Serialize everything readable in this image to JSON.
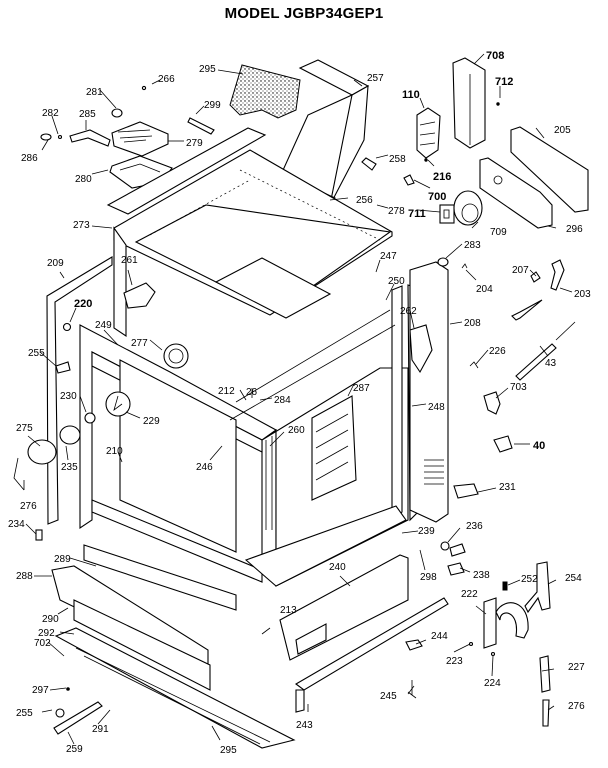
{
  "title": "MODEL JGBP34GEP1",
  "parts": [
    {
      "id": "p295a",
      "label": "295"
    },
    {
      "id": "p266",
      "label": "266"
    },
    {
      "id": "p281",
      "label": "281"
    },
    {
      "id": "p282",
      "label": "282"
    },
    {
      "id": "p285",
      "label": "285"
    },
    {
      "id": "p299",
      "label": "299"
    },
    {
      "id": "p279",
      "label": "279"
    },
    {
      "id": "p286",
      "label": "286"
    },
    {
      "id": "p280",
      "label": "280"
    },
    {
      "id": "p257",
      "label": "257"
    },
    {
      "id": "p258",
      "label": "258"
    },
    {
      "id": "p256",
      "label": "256"
    },
    {
      "id": "p278",
      "label": "278"
    },
    {
      "id": "p708",
      "label": "708"
    },
    {
      "id": "p712",
      "label": "712"
    },
    {
      "id": "p110",
      "label": "110"
    },
    {
      "id": "p216",
      "label": "216"
    },
    {
      "id": "p700",
      "label": "700"
    },
    {
      "id": "p711",
      "label": "711"
    },
    {
      "id": "p709",
      "label": "709"
    },
    {
      "id": "p205",
      "label": "205"
    },
    {
      "id": "p296",
      "label": "296"
    },
    {
      "id": "p273",
      "label": "273"
    },
    {
      "id": "p261",
      "label": "261"
    },
    {
      "id": "p209",
      "label": "209"
    },
    {
      "id": "p220",
      "label": "220"
    },
    {
      "id": "p249",
      "label": "249"
    },
    {
      "id": "p277",
      "label": "277"
    },
    {
      "id": "p255a",
      "label": "255"
    },
    {
      "id": "p247",
      "label": "247"
    },
    {
      "id": "p250",
      "label": "250"
    },
    {
      "id": "p262",
      "label": "262"
    },
    {
      "id": "p283",
      "label": "283"
    },
    {
      "id": "p204",
      "label": "204"
    },
    {
      "id": "p207",
      "label": "207"
    },
    {
      "id": "p203",
      "label": "203"
    },
    {
      "id": "p208",
      "label": "208"
    },
    {
      "id": "p226",
      "label": "226"
    },
    {
      "id": "p43",
      "label": "43"
    },
    {
      "id": "p703",
      "label": "703"
    },
    {
      "id": "p40",
      "label": "40"
    },
    {
      "id": "p231",
      "label": "231"
    },
    {
      "id": "p212",
      "label": "212"
    },
    {
      "id": "p26",
      "label": "26"
    },
    {
      "id": "p284",
      "label": "284"
    },
    {
      "id": "p287",
      "label": "287"
    },
    {
      "id": "p248",
      "label": "248"
    },
    {
      "id": "p260",
      "label": "260"
    },
    {
      "id": "p230",
      "label": "230"
    },
    {
      "id": "p229",
      "label": "229"
    },
    {
      "id": "p275",
      "label": "275"
    },
    {
      "id": "p235",
      "label": "235"
    },
    {
      "id": "p210",
      "label": "210"
    },
    {
      "id": "p246",
      "label": "246"
    },
    {
      "id": "p276a",
      "label": "276"
    },
    {
      "id": "p234",
      "label": "234"
    },
    {
      "id": "p289",
      "label": "289"
    },
    {
      "id": "p288",
      "label": "288"
    },
    {
      "id": "p290",
      "label": "290"
    },
    {
      "id": "p292",
      "label": "292"
    },
    {
      "id": "p702",
      "label": "702"
    },
    {
      "id": "p297",
      "label": "297"
    },
    {
      "id": "p255b",
      "label": "255"
    },
    {
      "id": "p291",
      "label": "291"
    },
    {
      "id": "p259",
      "label": "259"
    },
    {
      "id": "p295b",
      "label": "295"
    },
    {
      "id": "p213",
      "label": "213"
    },
    {
      "id": "p239",
      "label": "239"
    },
    {
      "id": "p236",
      "label": "236"
    },
    {
      "id": "p240",
      "label": "240"
    },
    {
      "id": "p298",
      "label": "298"
    },
    {
      "id": "p238",
      "label": "238"
    },
    {
      "id": "p252",
      "label": "252"
    },
    {
      "id": "p254",
      "label": "254"
    },
    {
      "id": "p222",
      "label": "222"
    },
    {
      "id": "p244",
      "label": "244"
    },
    {
      "id": "p223",
      "label": "223"
    },
    {
      "id": "p224",
      "label": "224"
    },
    {
      "id": "p227",
      "label": "227"
    },
    {
      "id": "p243",
      "label": "243"
    },
    {
      "id": "p245",
      "label": "245"
    },
    {
      "id": "p276b",
      "label": "276"
    }
  ]
}
